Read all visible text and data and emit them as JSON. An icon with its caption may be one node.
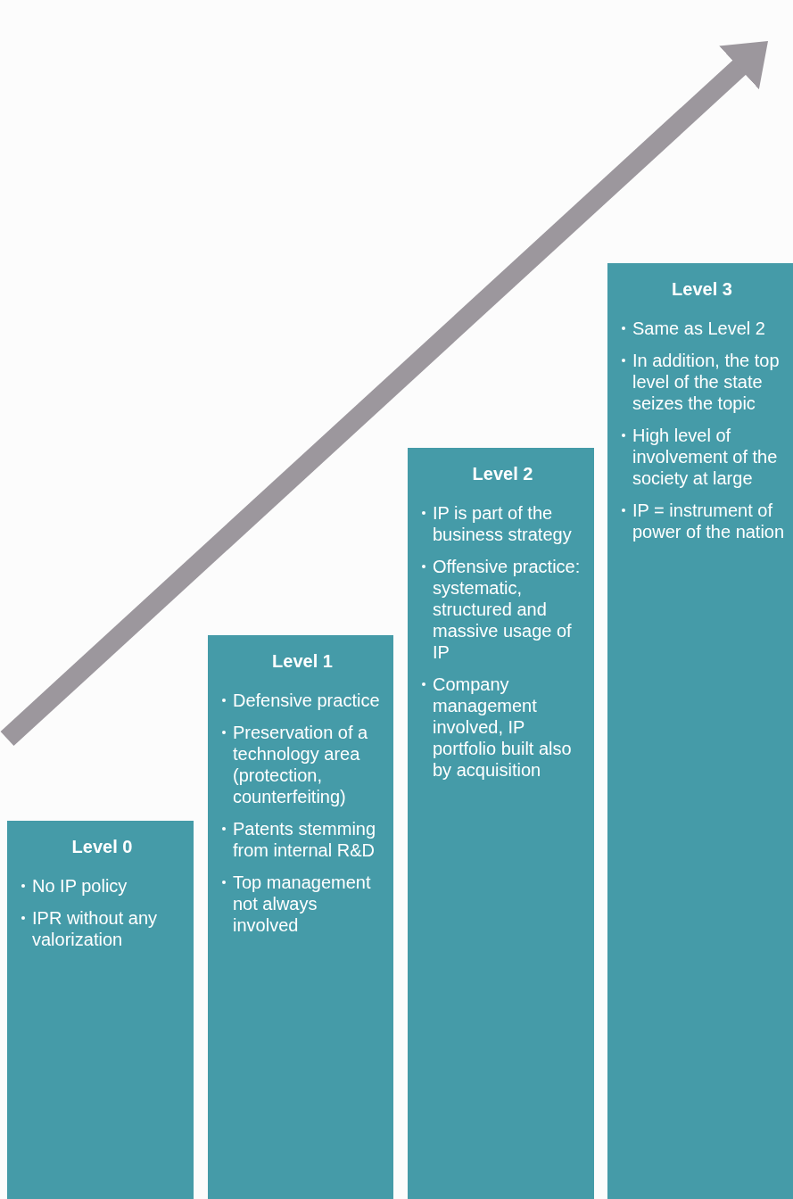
{
  "diagram": {
    "nodes": [
      {
        "text": [
          "Level 0",
          "No IP policy",
          "IPR without any valorization"
        ]
      },
      {
        "text": [
          "Level 1",
          "Defensive practice",
          "Preservation of a technology area (protection, counterfeiting)",
          "Patents stemming from internal R&D",
          "Top management not always involved"
        ]
      },
      {
        "text": [
          "Level 2",
          "IP is part of the business strategy",
          "Offensive practice: systematic, structured and massive usage of IP",
          "Company management involved, IP portfolio built also by acquisition"
        ]
      },
      {
        "text": [
          "Level 3",
          "Same as Level 2",
          "In addition, the top level of the state seizes the topic",
          "High level of involvement of the society at large",
          "IP = instrument of power of the nation"
        ]
      }
    ]
  }
}
